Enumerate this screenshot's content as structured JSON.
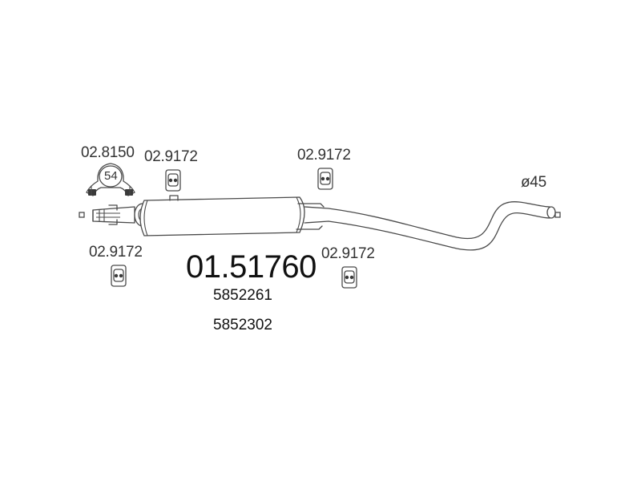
{
  "diagram": {
    "main_part_number": "01.51760",
    "oem_numbers": [
      "5852261",
      "5852302"
    ],
    "clamp": {
      "part_number": "02.8150",
      "size_label": "54"
    },
    "hangers": [
      {
        "id": "hanger-top-left",
        "part_number": "02.9172"
      },
      {
        "id": "hanger-top-right",
        "part_number": "02.9172"
      },
      {
        "id": "hanger-bottom-left",
        "part_number": "02.9172"
      },
      {
        "id": "hanger-bottom-right",
        "part_number": "02.9172"
      }
    ],
    "diameter_label": "ø45"
  }
}
